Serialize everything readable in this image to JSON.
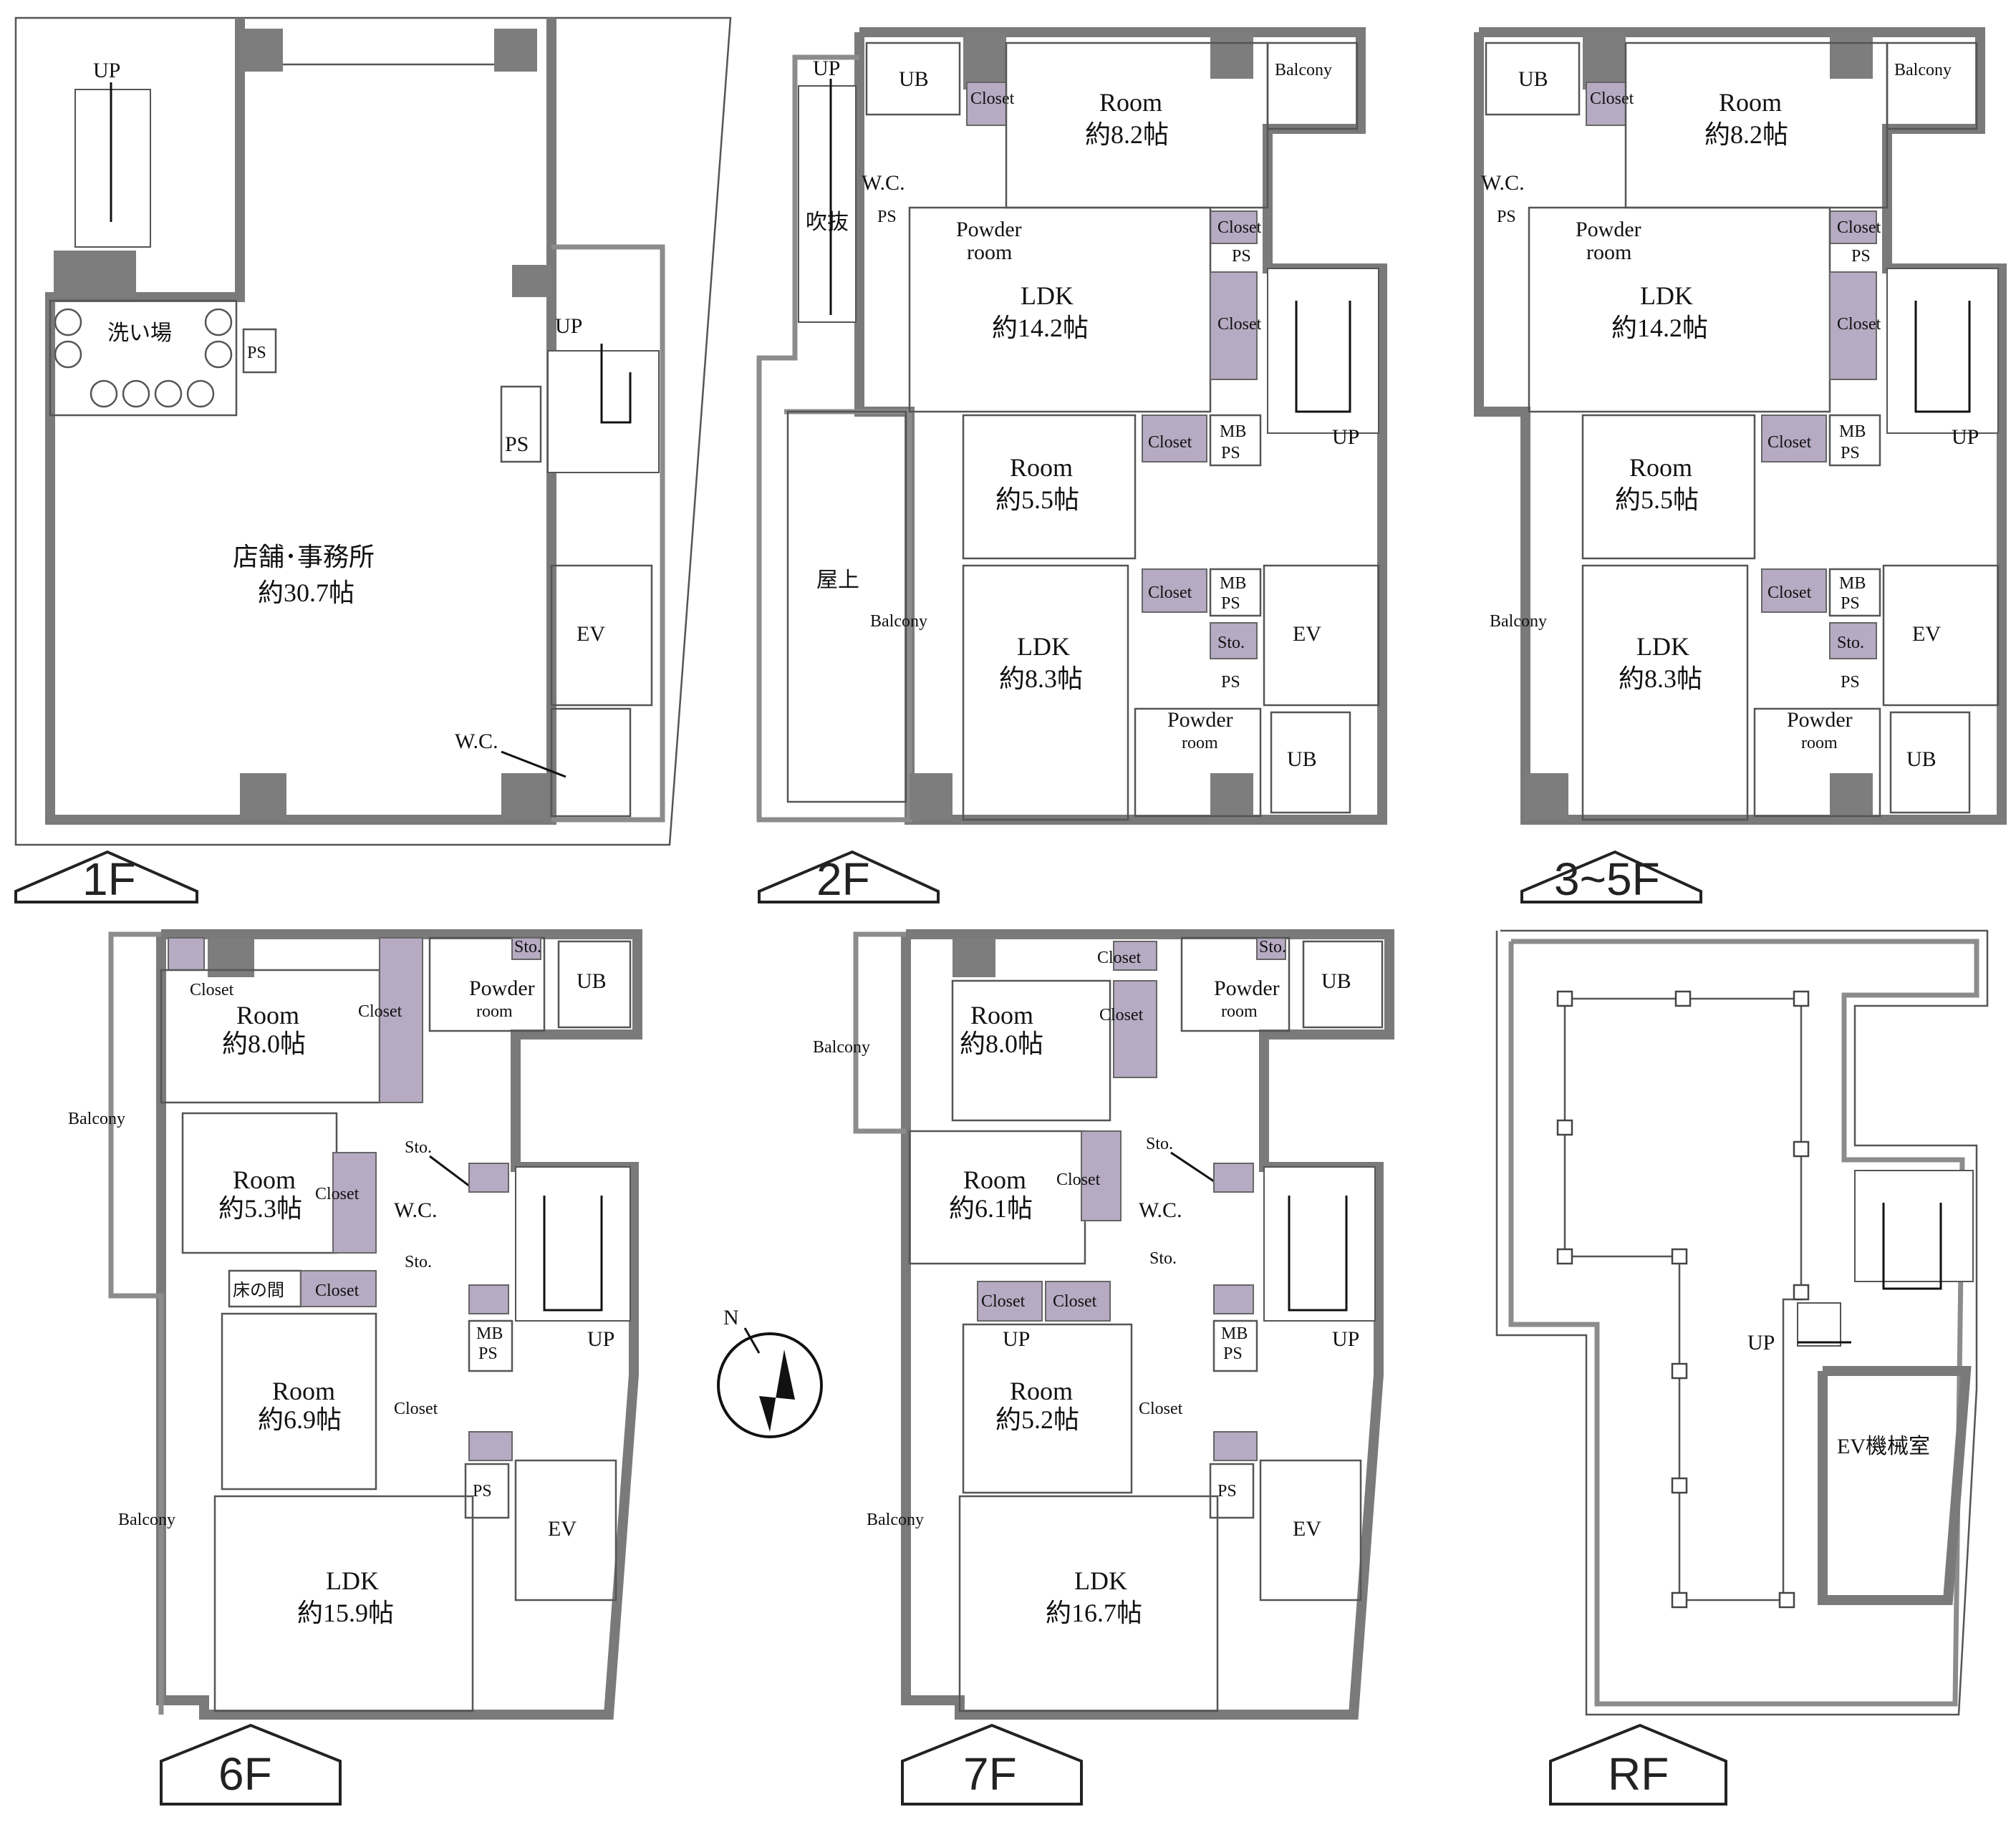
{
  "floors": {
    "f1": {
      "label": "1F",
      "store": "店舗･事務所",
      "store_size": "約30.7帖",
      "washroom": "洗い場",
      "ps": "PS",
      "ps2": "PS",
      "up1": "UP",
      "up2": "UP",
      "ev": "EV",
      "wc": "W.C."
    },
    "f2": {
      "label": "2F",
      "up": "UP",
      "up2": "UP",
      "void": "吹抜",
      "ub": "UB",
      "ub2": "UB",
      "closet1": "Closet",
      "room1": "Room",
      "room1_size": "約8.2帖",
      "balcony1": "Balcony",
      "wc": "W.C.",
      "ps1": "PS",
      "powder1": "Powder",
      "powder1b": "room",
      "closet2": "Closet",
      "ps2": "PS",
      "ldk1": "LDK",
      "ldk1_size": "約14.2帖",
      "closet3": "Closet",
      "room2": "Room",
      "room2_size": "約5.5帖",
      "closet4": "Closet",
      "mbps1": "MB",
      "mbps1b": "PS",
      "roof": "屋上",
      "balcony2": "Balcony",
      "ldk2": "LDK",
      "ldk2_size": "約8.3帖",
      "closet5": "Closet",
      "mbps2": "MB",
      "mbps2b": "PS",
      "sto": "Sto.",
      "ps3": "PS",
      "ev": "EV",
      "powder2": "Powder",
      "powder2b": "room"
    },
    "f35": {
      "label": "3~5F",
      "ub": "UB",
      "ub2": "UB",
      "closet1": "Closet",
      "room1": "Room",
      "room1_size": "約8.2帖",
      "balcony1": "Balcony",
      "wc": "W.C.",
      "ps1": "PS",
      "powder1": "Powder",
      "powder1b": "room",
      "closet2": "Closet",
      "ps2": "PS",
      "ldk1": "LDK",
      "ldk1_size": "約14.2帖",
      "closet3": "Closet",
      "room2": "Room",
      "room2_size": "約5.5帖",
      "closet4": "Closet",
      "mbps1": "MB",
      "mbps1b": "PS",
      "up": "UP",
      "balcony2": "Balcony",
      "ldk2": "LDK",
      "ldk2_size": "約8.3帖",
      "closet5": "Closet",
      "mbps2": "MB",
      "mbps2b": "PS",
      "sto": "Sto.",
      "ps3": "PS",
      "ev": "EV",
      "powder2": "Powder",
      "powder2b": "room"
    },
    "f6": {
      "label": "6F",
      "closet1": "Closet",
      "room1": "Room",
      "room1_size": "約8.0帖",
      "closet2": "Closet",
      "powder": "Powder",
      "powderb": "room",
      "sto1": "Sto.",
      "ub": "UB",
      "balcony1": "Balcony",
      "sto2": "Sto.",
      "room2": "Room",
      "room2_size": "約5.3帖",
      "closet3": "Closet",
      "wc": "W.C.",
      "sto3": "Sto.",
      "tokonoma": "床の間",
      "closet4": "Closet",
      "mbps": "MB",
      "mbpsb": "PS",
      "up": "UP",
      "room3": "Room",
      "room3_size": "約6.9帖",
      "closet5": "Closet",
      "ps": "PS",
      "ev": "EV",
      "balcony2": "Balcony",
      "ldk": "LDK",
      "ldk_size": "約15.9帖"
    },
    "f7": {
      "label": "7F",
      "sto1": "Sto.",
      "closet1": "Closet",
      "powder": "Powder",
      "powderb": "room",
      "ub": "UB",
      "room1": "Room",
      "room1_size": "約8.0帖",
      "closet2": "Closet",
      "balcony1": "Balcony",
      "room2": "Room",
      "room2_size": "約6.1帖",
      "closet3": "Closet",
      "sto2": "Sto.",
      "wc": "W.C.",
      "sto3": "Sto.",
      "closet4": "Closet",
      "closet5": "Closet",
      "up1": "UP",
      "mbps": "MB",
      "mbpsb": "PS",
      "up2": "UP",
      "room3": "Room",
      "room3_size": "約5.2帖",
      "closet6": "Closet",
      "ps": "PS",
      "ev": "EV",
      "balcony2": "Balcony",
      "ldk": "LDK",
      "ldk_size": "約16.7帖"
    },
    "rf": {
      "label": "RF",
      "up": "UP",
      "ev_machine": "EV機械室"
    }
  },
  "compass": {
    "north": "N"
  },
  "colors": {
    "wall": "#7a7a7a",
    "closet": "#b6abc2",
    "background": "#ffffff"
  }
}
